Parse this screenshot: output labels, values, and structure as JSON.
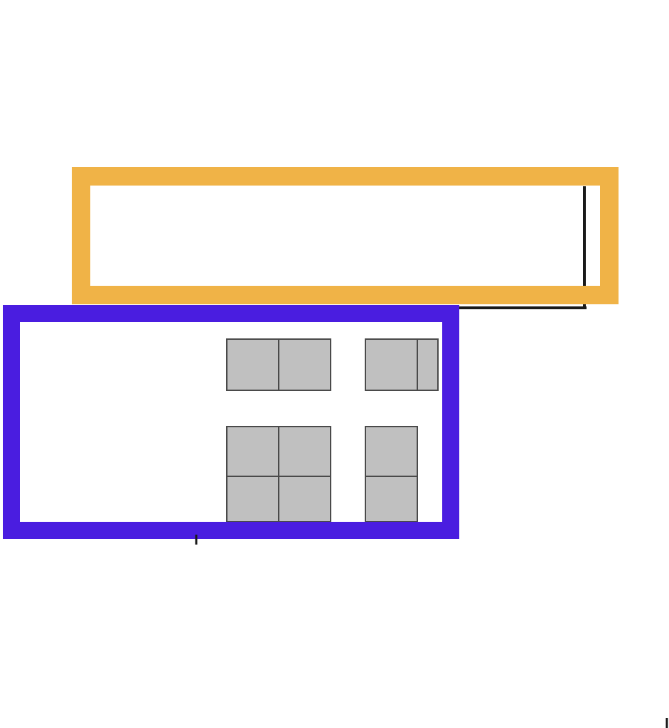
{
  "colors": {
    "background": "#ffffff",
    "orange_frame": "#f0b347",
    "purple_frame": "#4a1de0",
    "cell_fill": "#c0c0c0",
    "cell_stroke": "#4a4a4a",
    "ink": "#1a1a1a"
  },
  "orange_box": {
    "text_lines": []
  },
  "purple_box": {
    "cell_groups": [
      {
        "rows": 1,
        "cols": 2
      },
      {
        "rows": 1,
        "cols": 2
      },
      {
        "rows": 2,
        "cols": 2
      },
      {
        "rows": 2,
        "cols": 1
      }
    ]
  }
}
